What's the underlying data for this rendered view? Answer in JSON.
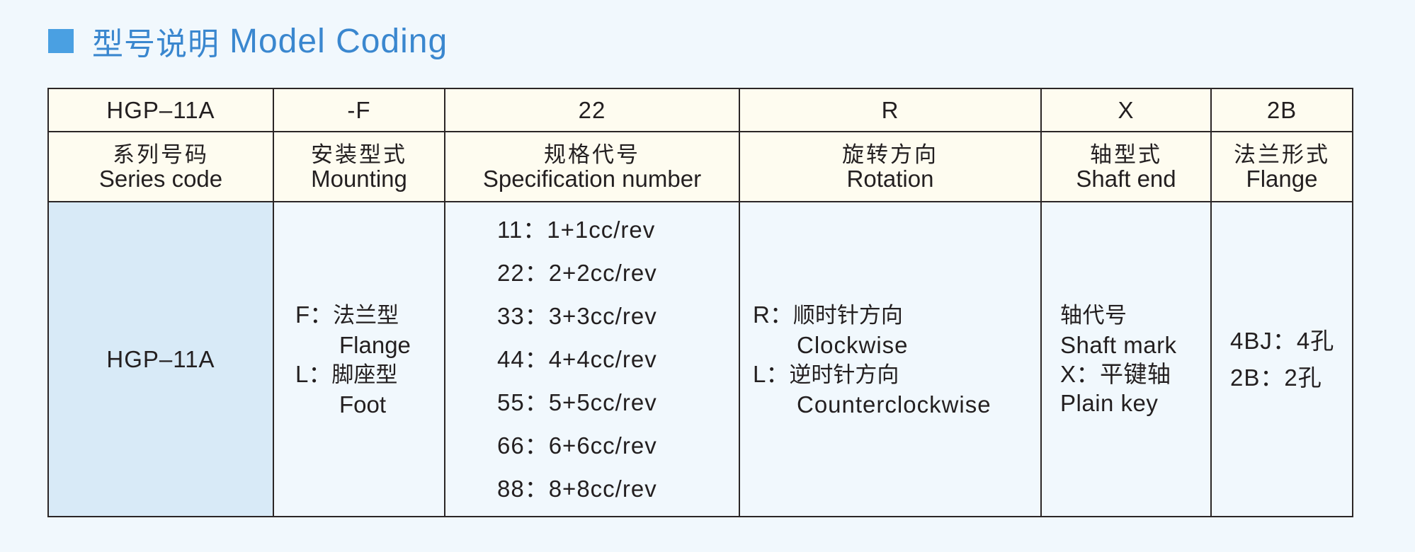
{
  "title": {
    "icon": "blue-square-bullet",
    "text_cn": "型号说明",
    "text_en": "Model Coding",
    "color": "#3a87cf"
  },
  "colors": {
    "header_bg": "#fefcf0",
    "series_cell_bg": "#d8eaf7",
    "page_bg": "#f1f8fd",
    "border": "#2b2626"
  },
  "table": {
    "columns": [
      {
        "code": "HGP–11A",
        "header_cn": "系列号码",
        "header_en": "Series code",
        "body": [
          "HGP–11A"
        ]
      },
      {
        "code": "-F",
        "header_cn": "安装型式",
        "header_en": "Mounting",
        "options": [
          {
            "key": "F：",
            "cn": "法兰型",
            "en": "Flange"
          },
          {
            "key": "L：",
            "cn": "脚座型",
            "en": "Foot"
          }
        ]
      },
      {
        "code": "22",
        "header_cn": "规格代号",
        "header_en": "Specification number",
        "specs": [
          "11：1+1cc/rev",
          "22：2+2cc/rev",
          "33：3+3cc/rev",
          "44：4+4cc/rev",
          "55：5+5cc/rev",
          "66：6+6cc/rev",
          "88：8+8cc/rev"
        ]
      },
      {
        "code": "R",
        "header_cn": "旋转方向",
        "header_en": "Rotation",
        "options": [
          {
            "key": "R：",
            "cn": "顺时针方向",
            "en": "Clockwise"
          },
          {
            "key": "L：",
            "cn": "逆时针方向",
            "en": "Counterclockwise"
          }
        ]
      },
      {
        "code": "X",
        "header_cn": "轴型式",
        "header_en": "Shaft end",
        "lines": [
          "轴代号",
          "Shaft mark",
          "X：平键轴",
          "Plain key"
        ]
      },
      {
        "code": "2B",
        "header_cn": "法兰形式",
        "header_en": "Flange",
        "lines": [
          "4BJ：4孔",
          "2B：2孔"
        ]
      }
    ]
  }
}
